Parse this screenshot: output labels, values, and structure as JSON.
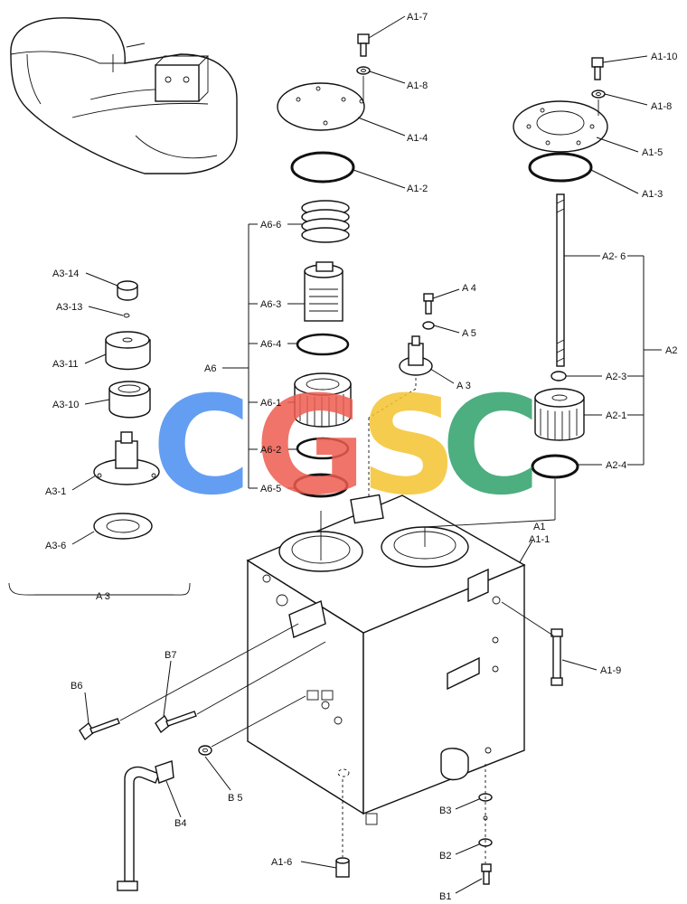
{
  "labels": {
    "A1_7": "A1-7",
    "A1_8a": "A1-8",
    "A1_4": "A1-4",
    "A1_2": "A1-2",
    "A1_10": "A1-10",
    "A1_8b": "A1-8",
    "A1_5": "A1-5",
    "A1_3": "A1-3",
    "A6_6": "A6-6",
    "A6_3": "A6-3",
    "A6_4": "A6-4",
    "A6": "A6",
    "A6_1": "A6-1",
    "A6_2": "A6-2",
    "A6_5": "A6-5",
    "A4": "A 4",
    "A5": "A 5",
    "A3": "A 3",
    "A2_6": "A2- 6",
    "A2": "A2",
    "A2_3": "A2-3",
    "A2_1": "A2-1",
    "A2_4": "A2-4",
    "A3_14": "A3-14",
    "A3_13": "A3-13",
    "A3_11": "A3-11",
    "A3_10": "A3-10",
    "A3_1": "A3-1",
    "A3_6": "A3-6",
    "A3_group": "A 3",
    "A1": "A1",
    "A1_1": "A1-1",
    "A1_9": "A1-9",
    "A1_6": "A1-6",
    "B7": "B7",
    "B6": "B6",
    "B5": "B 5",
    "B4": "B4",
    "B3": "B3",
    "B2": "B2",
    "B1": "B1"
  },
  "watermark": {
    "letters": [
      "C",
      "G",
      "S",
      "C"
    ],
    "colors": [
      "#4a8ef0",
      "#ee5c4f",
      "#f4c430",
      "#2fa06a"
    ]
  }
}
